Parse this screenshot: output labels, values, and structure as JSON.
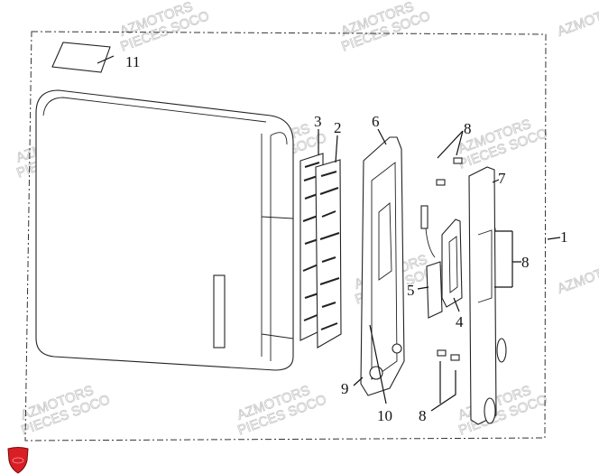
{
  "diagram": {
    "callouts": [
      {
        "id": "11",
        "text": "11"
      },
      {
        "id": "3",
        "text": "3"
      },
      {
        "id": "2",
        "text": "2"
      },
      {
        "id": "6",
        "text": "6"
      },
      {
        "id": "8a",
        "text": "8"
      },
      {
        "id": "7",
        "text": "7"
      },
      {
        "id": "1",
        "text": "1"
      },
      {
        "id": "8b",
        "text": "8"
      },
      {
        "id": "5",
        "text": "5"
      },
      {
        "id": "4",
        "text": "4"
      },
      {
        "id": "9",
        "text": "9"
      },
      {
        "id": "10",
        "text": "10"
      },
      {
        "id": "8c",
        "text": "8"
      }
    ],
    "watermark": {
      "line1": "AZMOTORS",
      "line2": "PIECES SOCO"
    },
    "logo": {
      "color": "#d81f26",
      "name": "shield-logo"
    }
  }
}
